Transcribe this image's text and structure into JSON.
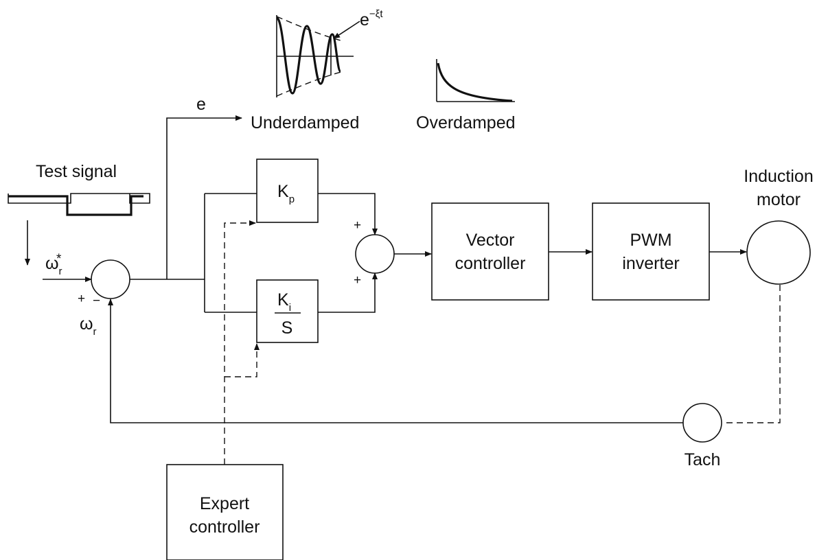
{
  "labels": {
    "error_signal": "e",
    "underdamped": "Underdamped",
    "overdamped": "Overdamped",
    "decay_envelope": {
      "base": "e",
      "exponent": "−ξt"
    },
    "test_signal": "Test signal",
    "speed_ref": {
      "symbol": "ω",
      "subscript": "r",
      "superscript": "*"
    },
    "speed_fb": {
      "symbol": "ω",
      "subscript": "r"
    },
    "tach": "Tach",
    "induction_motor_line1": "Induction",
    "induction_motor_line2": "motor",
    "sum_plus": "+",
    "sum_minus": "−"
  },
  "blocks": {
    "kp": {
      "main": "K",
      "sub": "p"
    },
    "ki": {
      "num_main": "K",
      "num_sub": "i",
      "den": "S"
    },
    "vector_controller": {
      "line1": "Vector",
      "line2": "controller"
    },
    "pwm_inverter": {
      "line1": "PWM",
      "line2": "inverter"
    },
    "expert_controller": {
      "line1": "Expert",
      "line2": "controller"
    }
  }
}
